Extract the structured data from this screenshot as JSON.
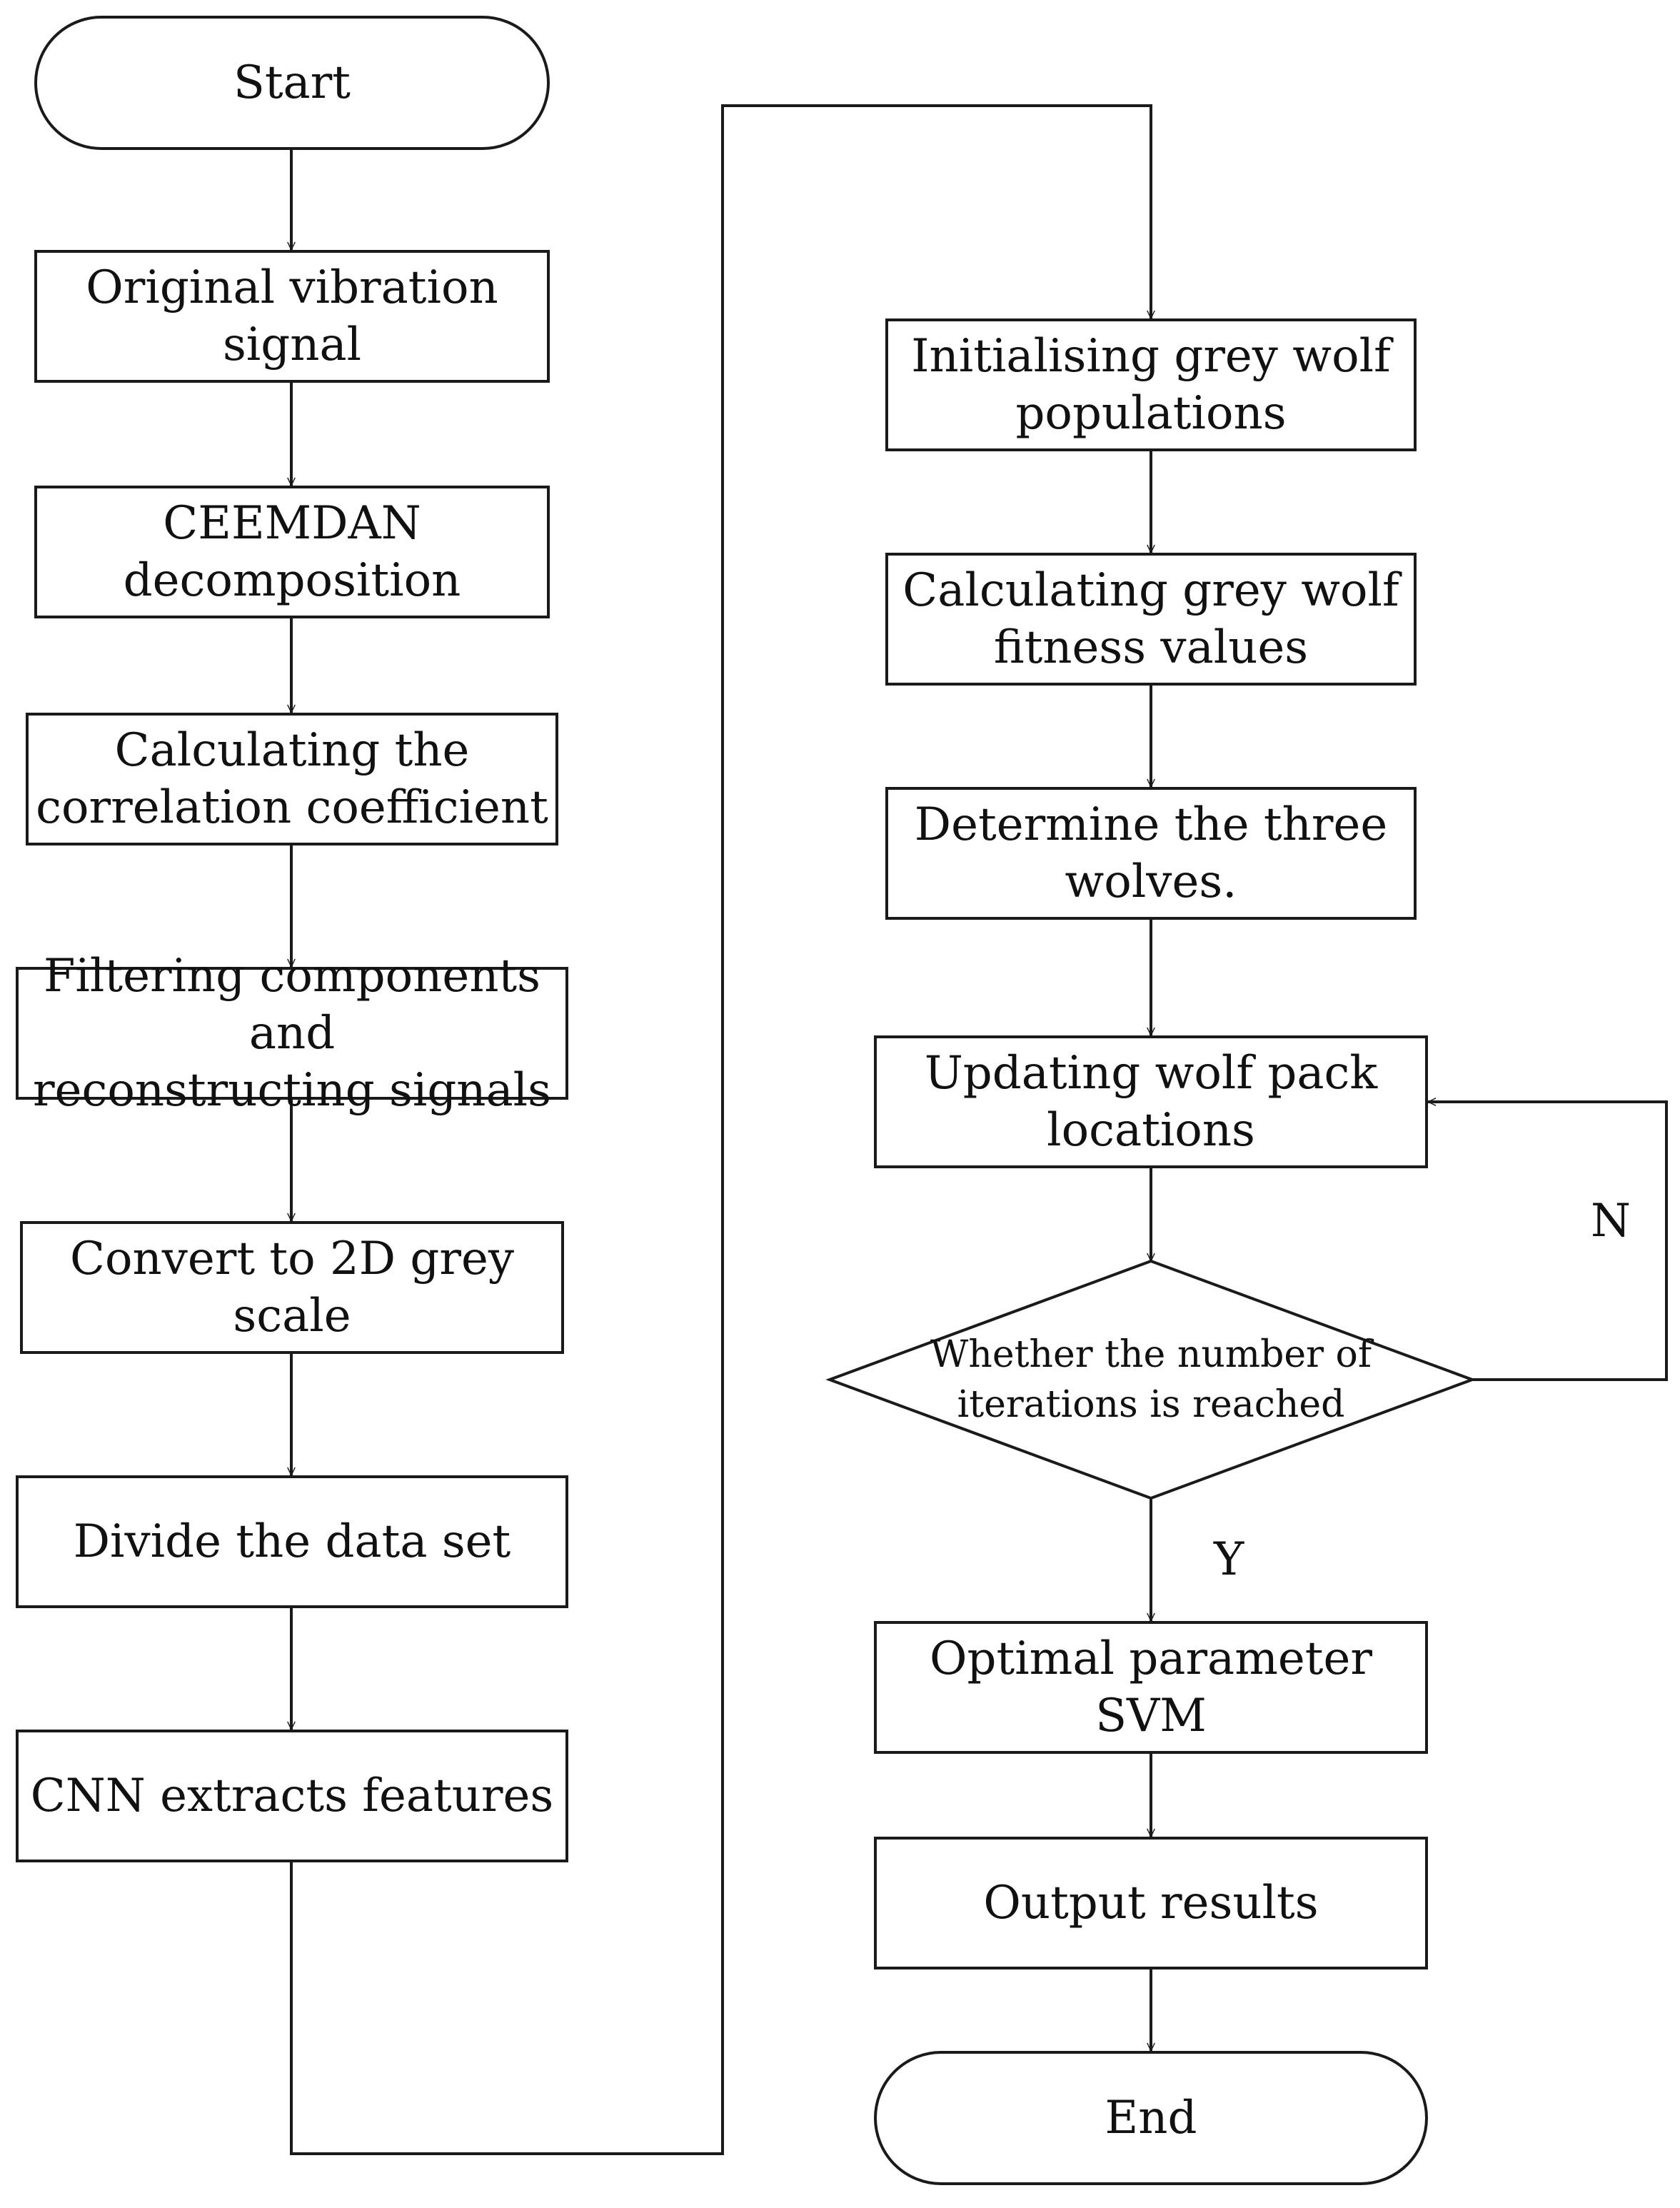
{
  "nodes": {
    "start": "Start",
    "original": [
      "Original vibration",
      "signal"
    ],
    "ceemdan": [
      "CEEMDAN",
      "decomposition"
    ],
    "correlation": [
      "Calculating the",
      "correlation coefficient"
    ],
    "filtering": [
      "Filtering components and",
      "reconstructing signals"
    ],
    "convert": "Convert to 2D grey scale",
    "divide": "Divide the data set",
    "cnn": "CNN extracts features",
    "init": [
      "Initialising grey wolf",
      "populations"
    ],
    "fitness": [
      "Calculating grey wolf",
      "fitness values"
    ],
    "determine": [
      "Determine the three",
      "wolves."
    ],
    "update": [
      "Updating wolf pack",
      "locations"
    ],
    "decision": [
      "Whether the number of",
      "iterations is reached"
    ],
    "svm": "Optimal parameter SVM",
    "output": "Output results",
    "end": "End"
  },
  "edge_labels": {
    "no": "N",
    "yes": "Y"
  }
}
